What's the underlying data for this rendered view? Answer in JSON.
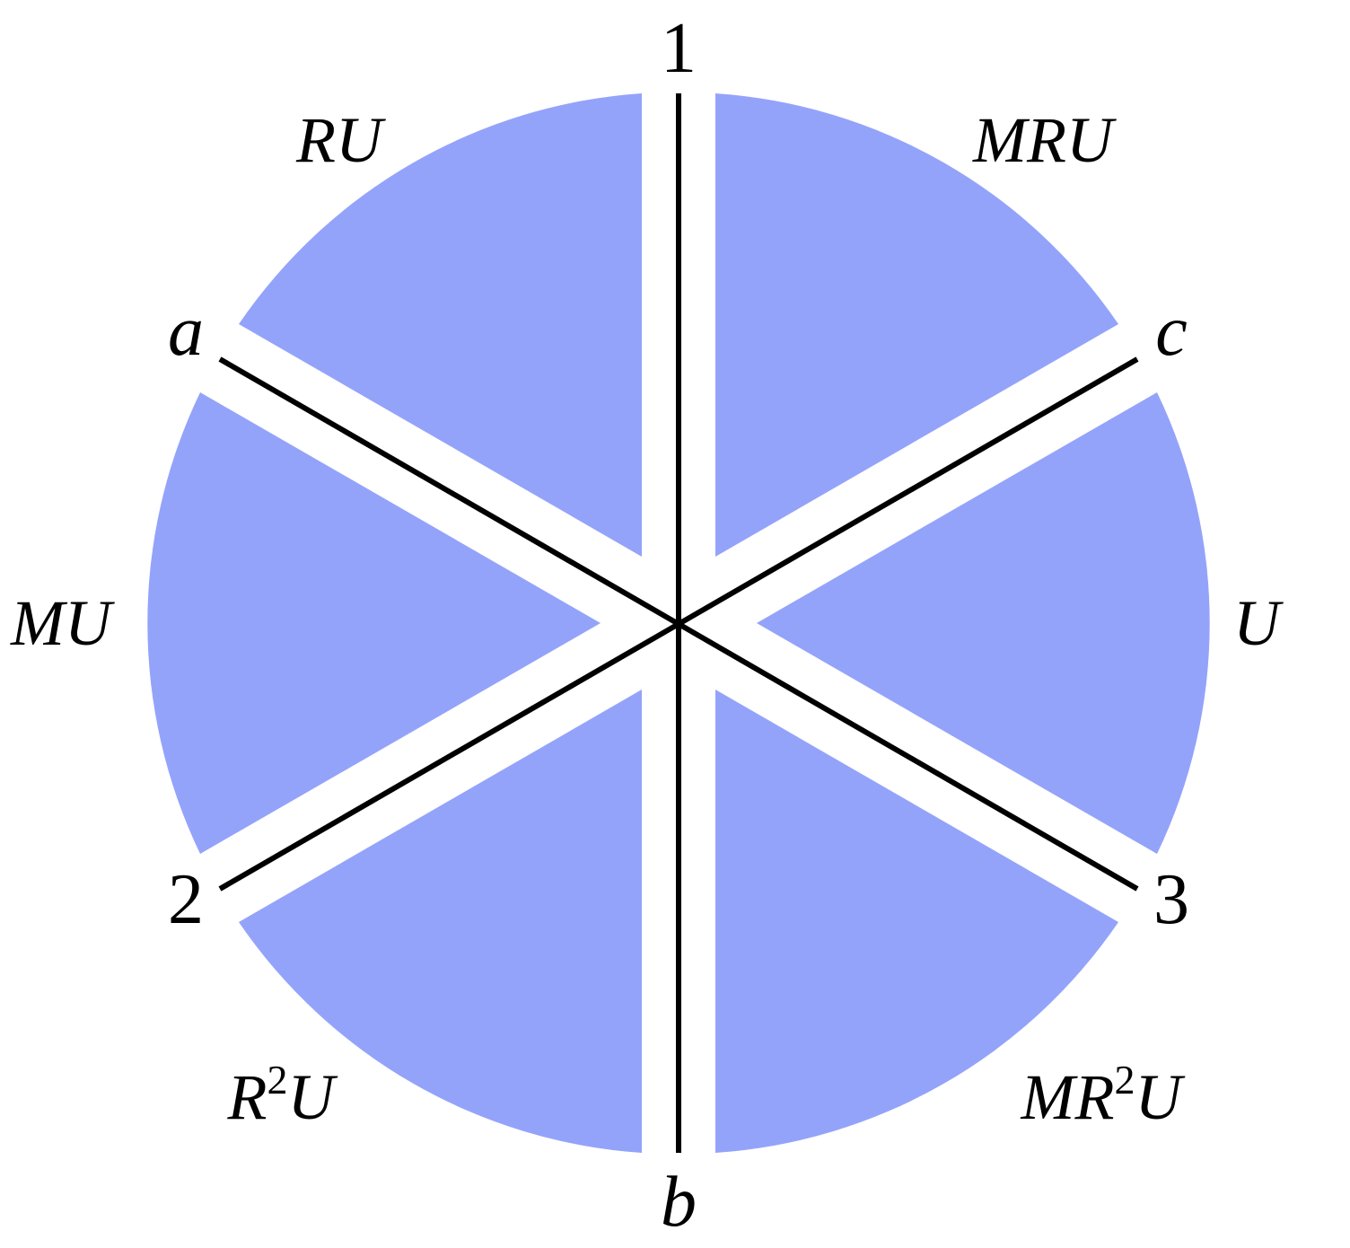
{
  "colors": {
    "sector_fill": "#94a3fa",
    "axis_line": "#000000",
    "background": "#ffffff"
  },
  "axis_labels": {
    "top": "1",
    "upper_left": "a",
    "upper_right": "c",
    "lower_left": "2",
    "lower_right": "3",
    "bottom": "b"
  },
  "region_labels": {
    "upper_left": "RU",
    "upper_right": "MRU",
    "left": "MU",
    "right": "U",
    "lower_left": {
      "base": "R",
      "exponent": "2",
      "suffix": "U"
    },
    "lower_right": {
      "base": "MR",
      "exponent": "2",
      "suffix": "U"
    }
  }
}
